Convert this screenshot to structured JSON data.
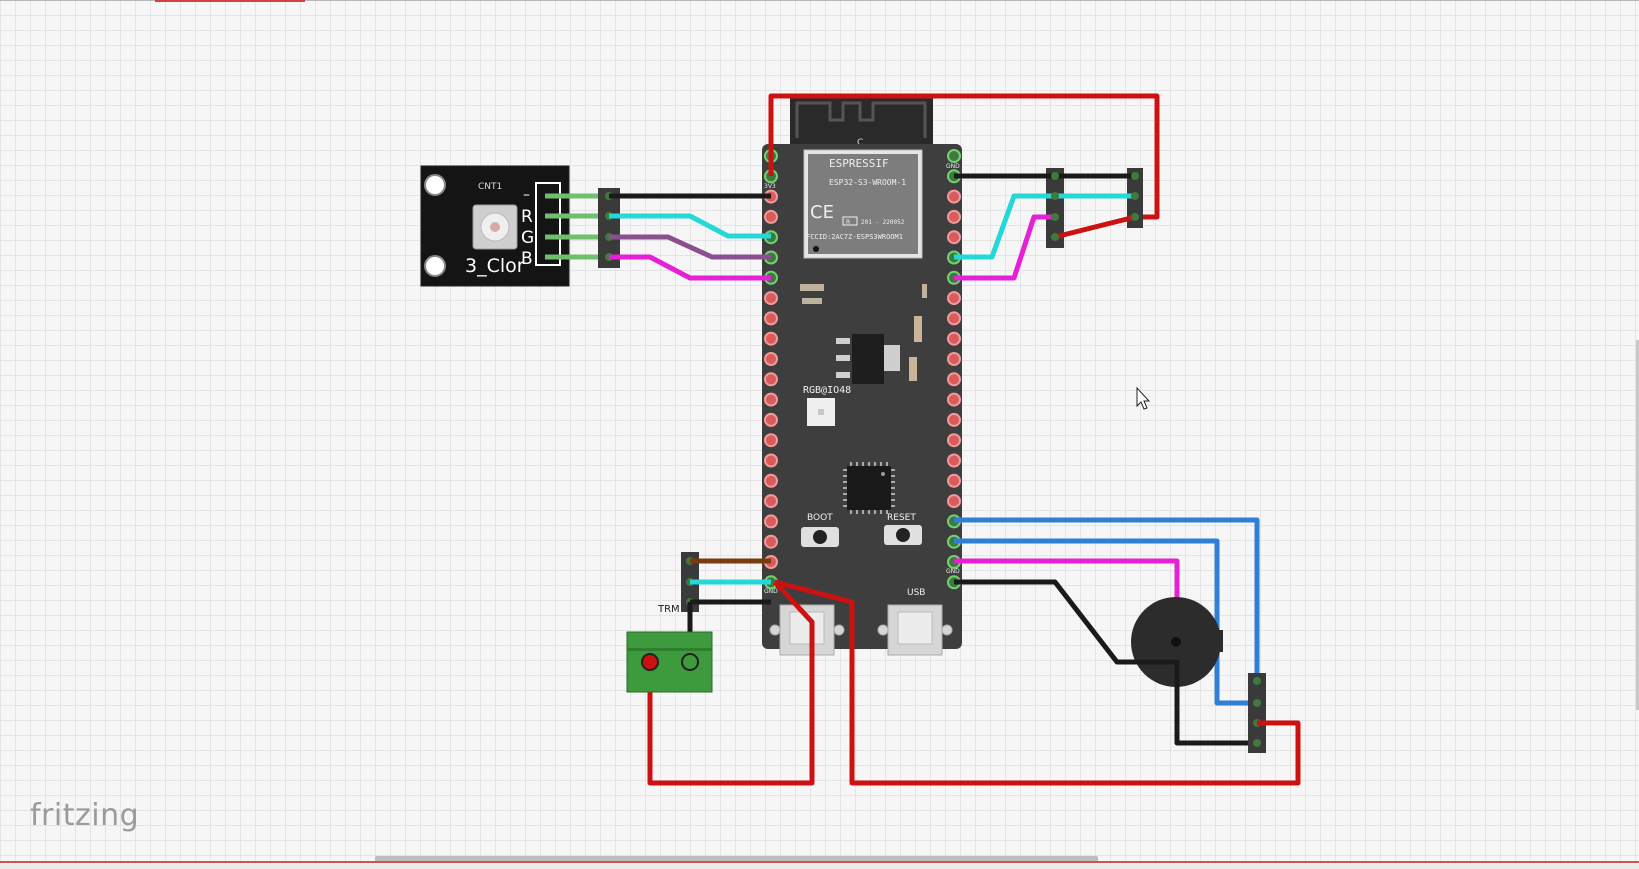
{
  "app": {
    "logo": "fritzing"
  },
  "rgb_module": {
    "ref": "CNT1",
    "label": "3_Clor",
    "pins": [
      "–",
      "R",
      "G",
      "B"
    ]
  },
  "esp32": {
    "brand": "ESPRESSIF",
    "model": "ESP32-S3-WROOM-1",
    "ce": "CE",
    "r_mark": "R",
    "cert_code": "201 - 220052",
    "fcc": "FCCID:2AC7Z-ESPS3WROOM1",
    "antenna_label": "C",
    "rgb_led_label": "RGB@IO48",
    "boot_label": "BOOT",
    "reset_label": "RESET",
    "usb_label": "USB",
    "left_pin_top": "3V3",
    "left_pin_bottom": "GND",
    "right_pin_top": "GND",
    "right_pin_gnd": "GND"
  },
  "terminal": {
    "label": "TRM"
  },
  "colors": {
    "wire_black": "#1a1a1a",
    "wire_red": "#cc1111",
    "wire_cyan": "#26d7d7",
    "wire_purple": "#8a4f8f",
    "wire_magenta": "#e620d4",
    "wire_blue": "#2f7fd9",
    "wire_brown": "#7a3b10",
    "board": "#3e3e3e",
    "pin_red": "#e88585",
    "pin_green": "#5cc45c",
    "terminal_green": "#3d9a3d"
  }
}
